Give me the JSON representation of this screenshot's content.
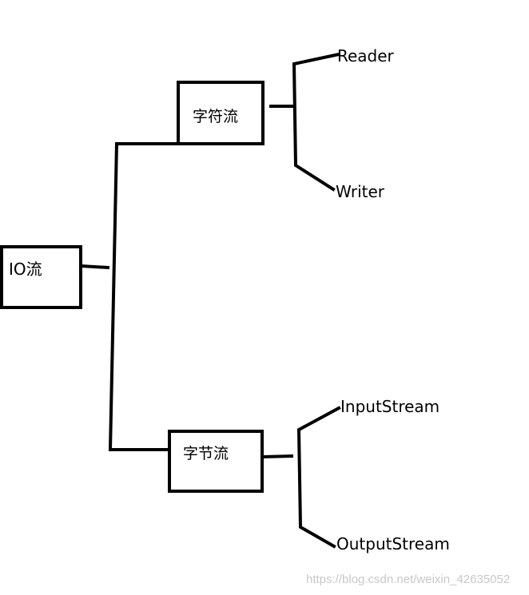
{
  "nodes": {
    "root": "IO流",
    "char_stream": "字符流",
    "byte_stream": "字节流"
  },
  "leaves": {
    "reader": "Reader",
    "writer": "Writer",
    "input_stream": "InputStream",
    "output_stream": "OutputStream"
  },
  "watermark": "https://blog.csdn.net/weixin_42635052",
  "colors": {
    "line": "#000000",
    "background": "#ffffff",
    "watermark": "#c8c8c8"
  }
}
